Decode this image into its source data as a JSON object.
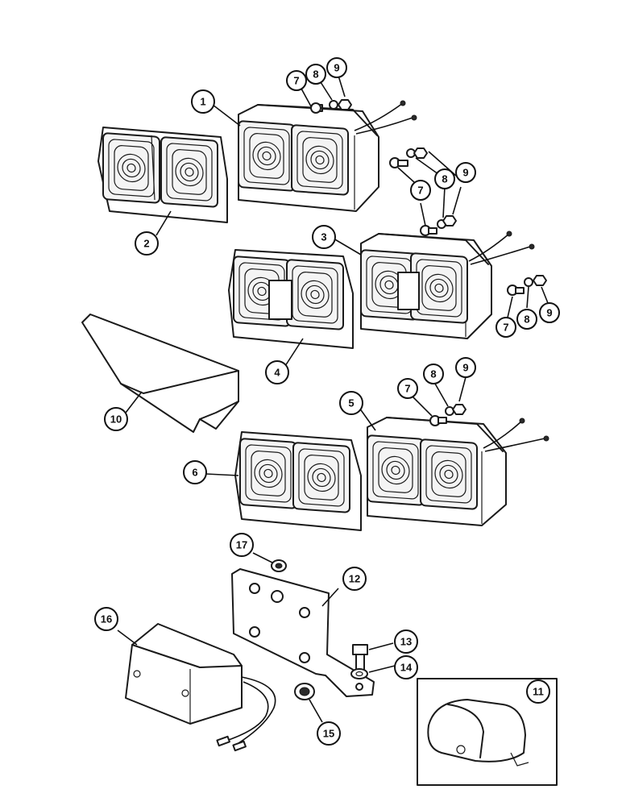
{
  "callouts": [
    {
      "label": "1"
    },
    {
      "label": "2"
    },
    {
      "label": "3"
    },
    {
      "label": "4"
    },
    {
      "label": "5"
    },
    {
      "label": "6"
    },
    {
      "label": "7"
    },
    {
      "label": "7"
    },
    {
      "label": "7"
    },
    {
      "label": "7"
    },
    {
      "label": "8"
    },
    {
      "label": "8"
    },
    {
      "label": "8"
    },
    {
      "label": "8"
    },
    {
      "label": "9"
    },
    {
      "label": "9"
    },
    {
      "label": "9"
    },
    {
      "label": "9"
    },
    {
      "label": "10"
    },
    {
      "label": "11"
    },
    {
      "label": "12"
    },
    {
      "label": "13"
    },
    {
      "label": "14"
    },
    {
      "label": "15"
    },
    {
      "label": "16"
    },
    {
      "label": "17"
    }
  ]
}
